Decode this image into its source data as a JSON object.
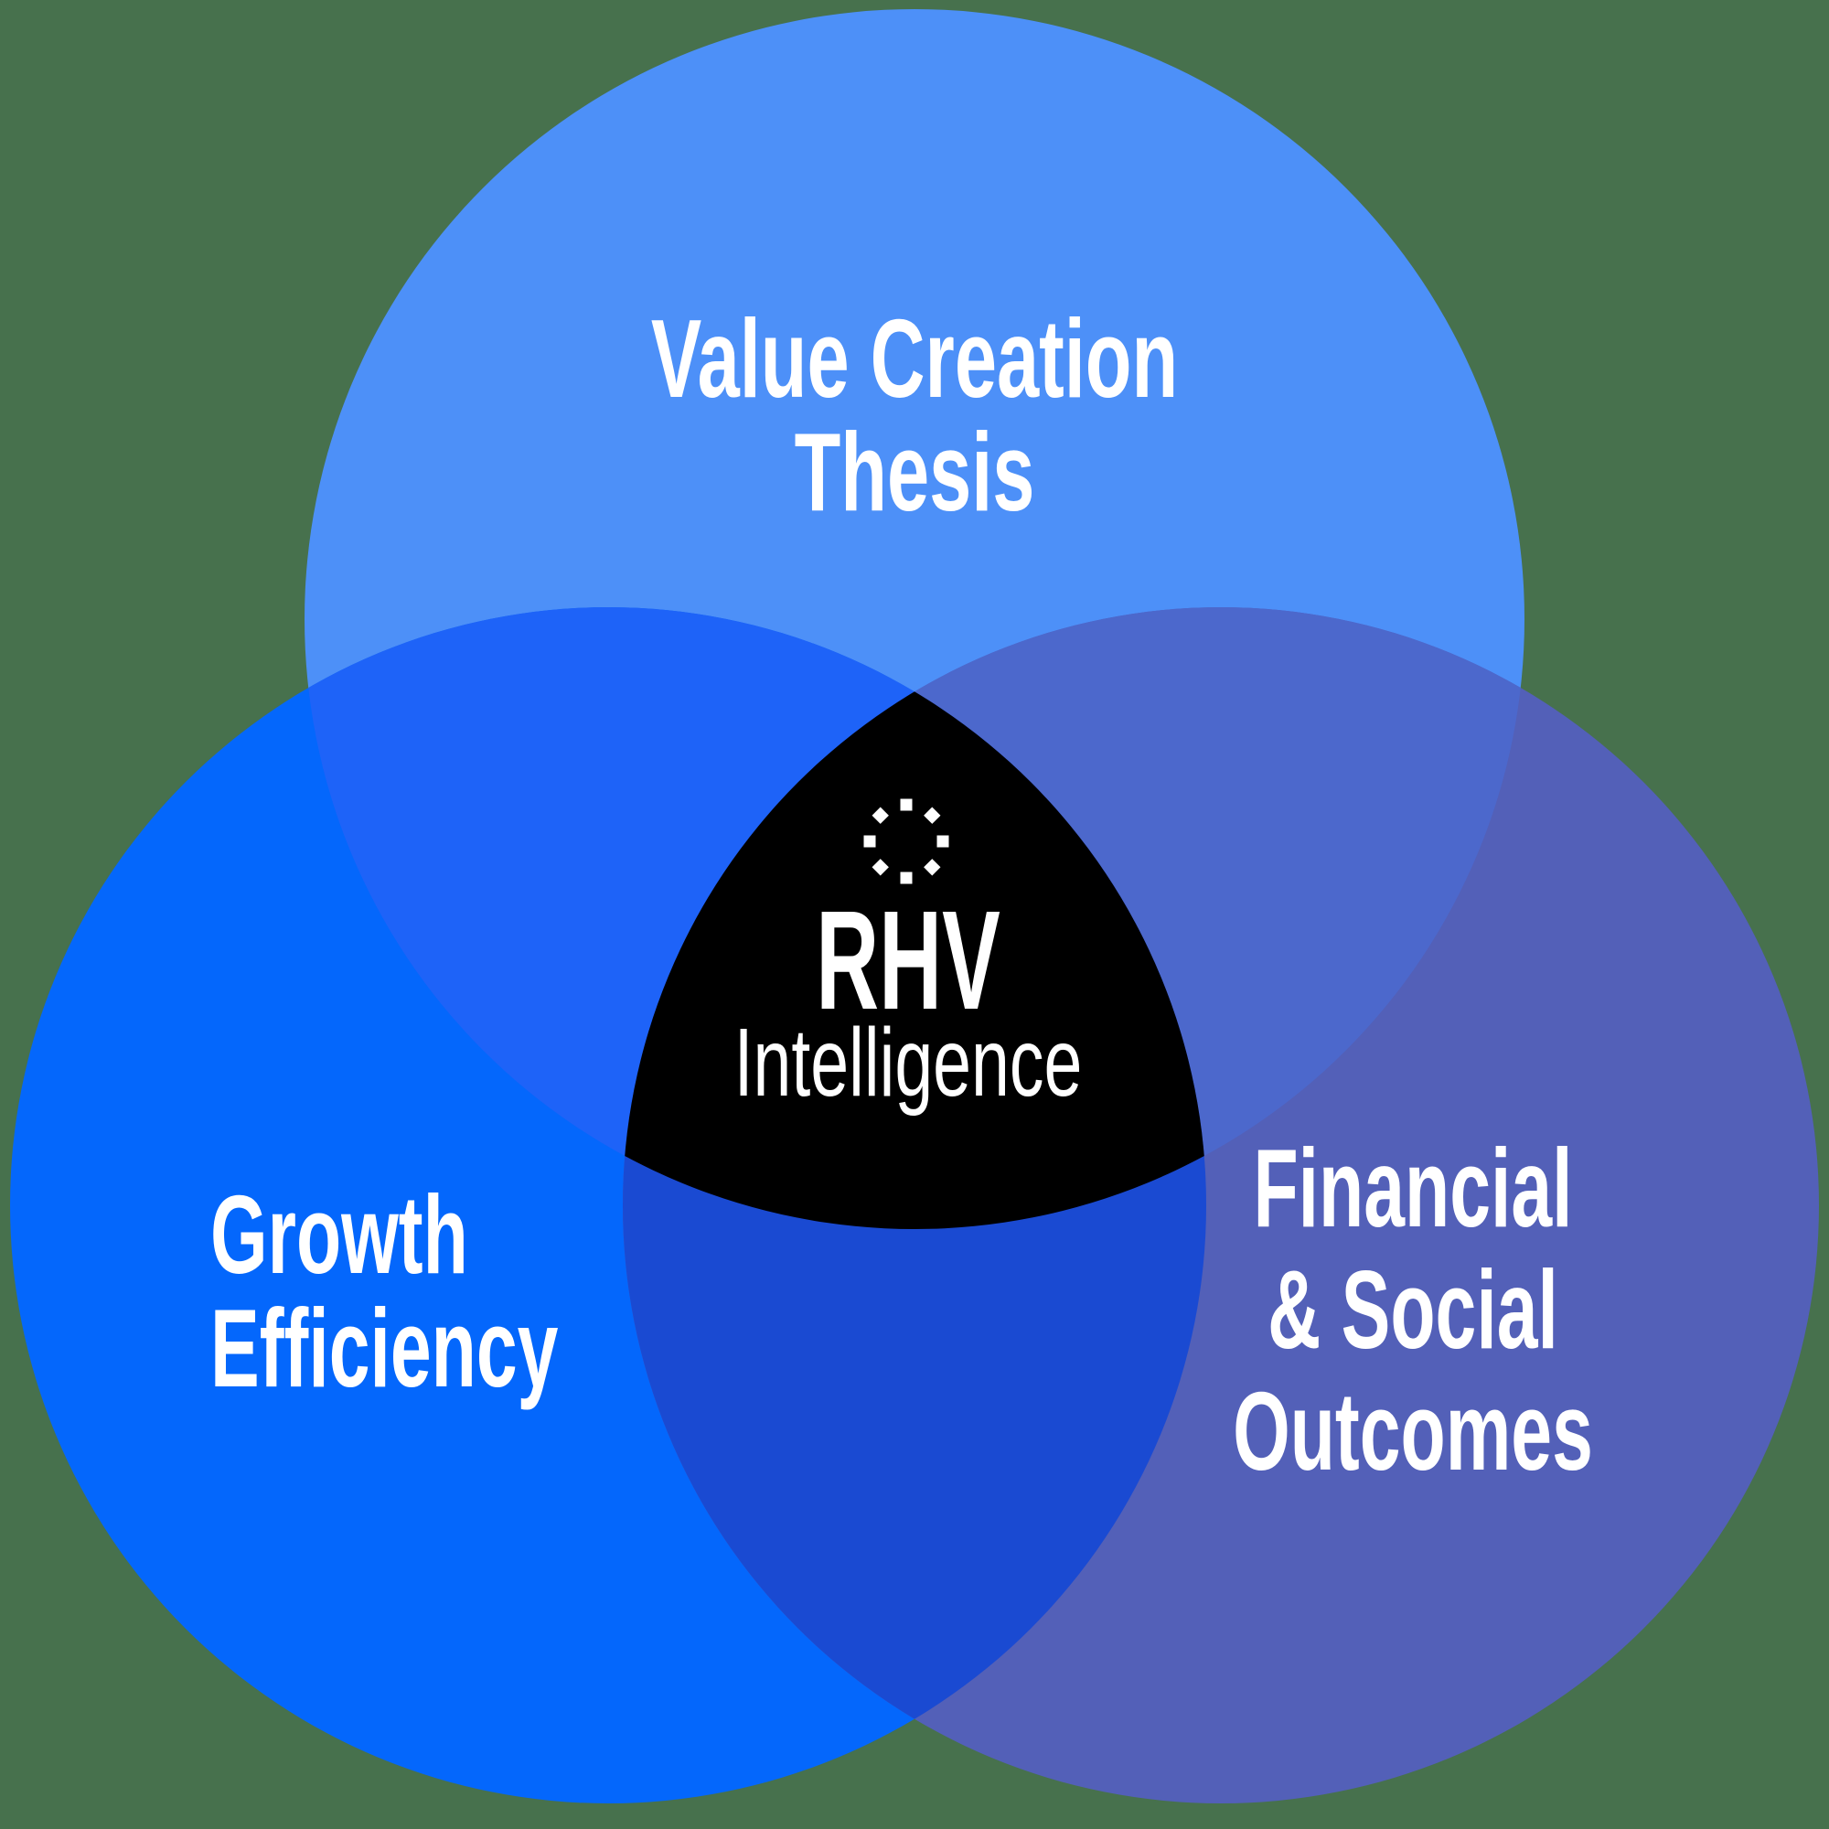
{
  "background_color": "#47714D",
  "text_color": "#FFFFFF",
  "venn": {
    "circle_top": {
      "label_lines": [
        "Value Creation",
        "Thesis"
      ],
      "label": "Value Creation Thesis",
      "color": "#4D90F8"
    },
    "circle_left": {
      "label_lines": [
        "Growth",
        "Efficiency"
      ],
      "label": "Growth Efficiency",
      "color": "#0467FC"
    },
    "circle_right": {
      "label_lines": [
        "Financial",
        "& Social",
        "Outcomes"
      ],
      "label": "Financial & Social Outcomes",
      "color": "#5360B8"
    },
    "overlap_top_left": {
      "color": "#1E63F8"
    },
    "overlap_top_right": {
      "color": "#4C68CC"
    },
    "overlap_left_right": {
      "color": "#1A4AD2"
    },
    "center": {
      "title": "RHV",
      "subtitle": "Intelligence",
      "color": "#000000",
      "icon": "dotted-circle-icon",
      "icon_color": "#FFFFFF"
    }
  }
}
